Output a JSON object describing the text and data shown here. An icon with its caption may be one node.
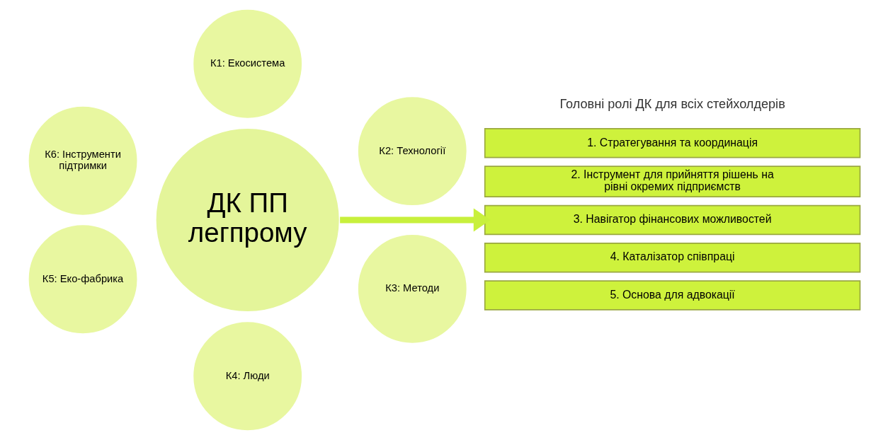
{
  "diagram": {
    "nodes": [
      {
        "text": [
          "ДК ПП легпрому"
        ]
      },
      {
        "text": [
          "К1: Екосистема"
        ]
      },
      {
        "text": [
          "К2: Технології"
        ]
      },
      {
        "text": [
          "К3: Методи"
        ]
      },
      {
        "text": [
          "К4: Люди"
        ]
      },
      {
        "text": [
          "К5: Еко-фабрика"
        ]
      },
      {
        "text": [
          "К6: Інструменти підтримки"
        ]
      },
      {
        "text": [
          "1. Стратегування та координація"
        ]
      },
      {
        "text": [
          "2. Інструмент для прийняття рішень на рівні окремих підприємств"
        ]
      },
      {
        "text": [
          "3. Навігатор фінансових можливостей"
        ]
      },
      {
        "text": [
          "4. Каталізатор співпраці"
        ]
      },
      {
        "text": [
          "5. Основа для адвокації"
        ]
      }
    ],
    "edges": [
      {
        "from": 0,
        "to": 9,
        "arrow": "to"
      }
    ],
    "labels": [
      "Головні ролі ДК для всіх стейхолдерів"
    ]
  }
}
